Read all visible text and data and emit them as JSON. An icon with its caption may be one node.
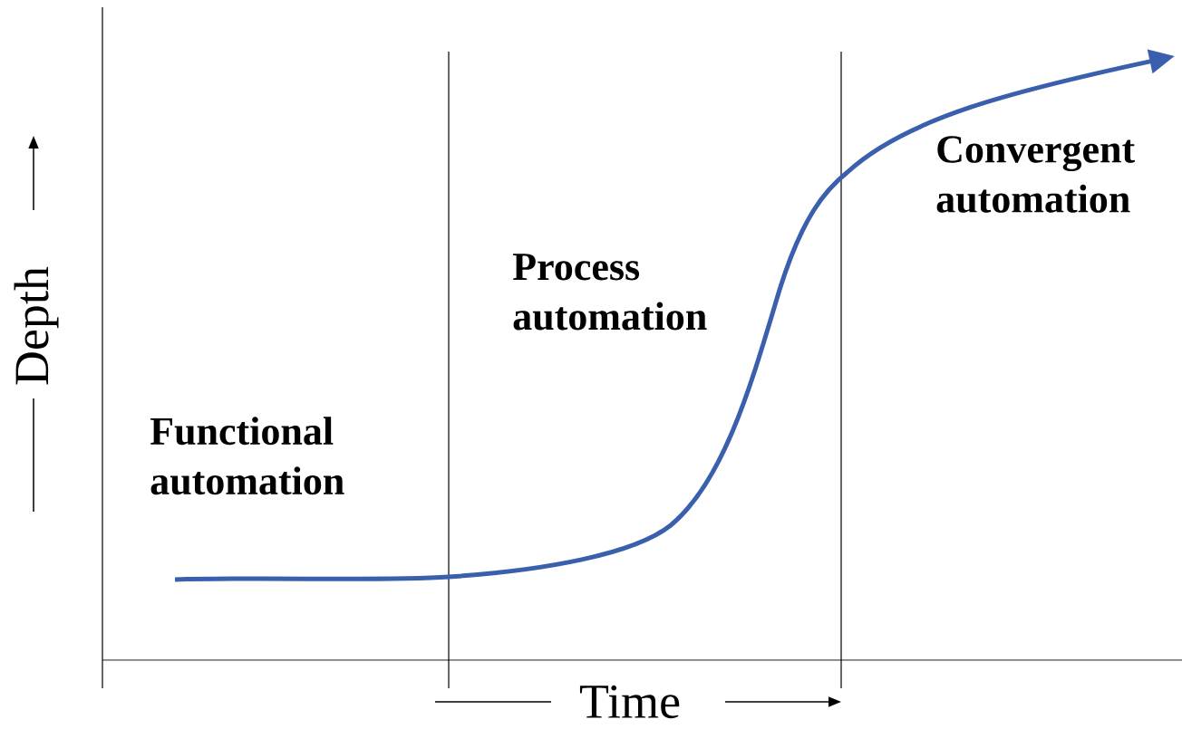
{
  "diagram": {
    "labels": [
      "Convergent automation",
      "Process automation",
      "Depth",
      "Functional automation",
      "Time"
    ]
  }
}
